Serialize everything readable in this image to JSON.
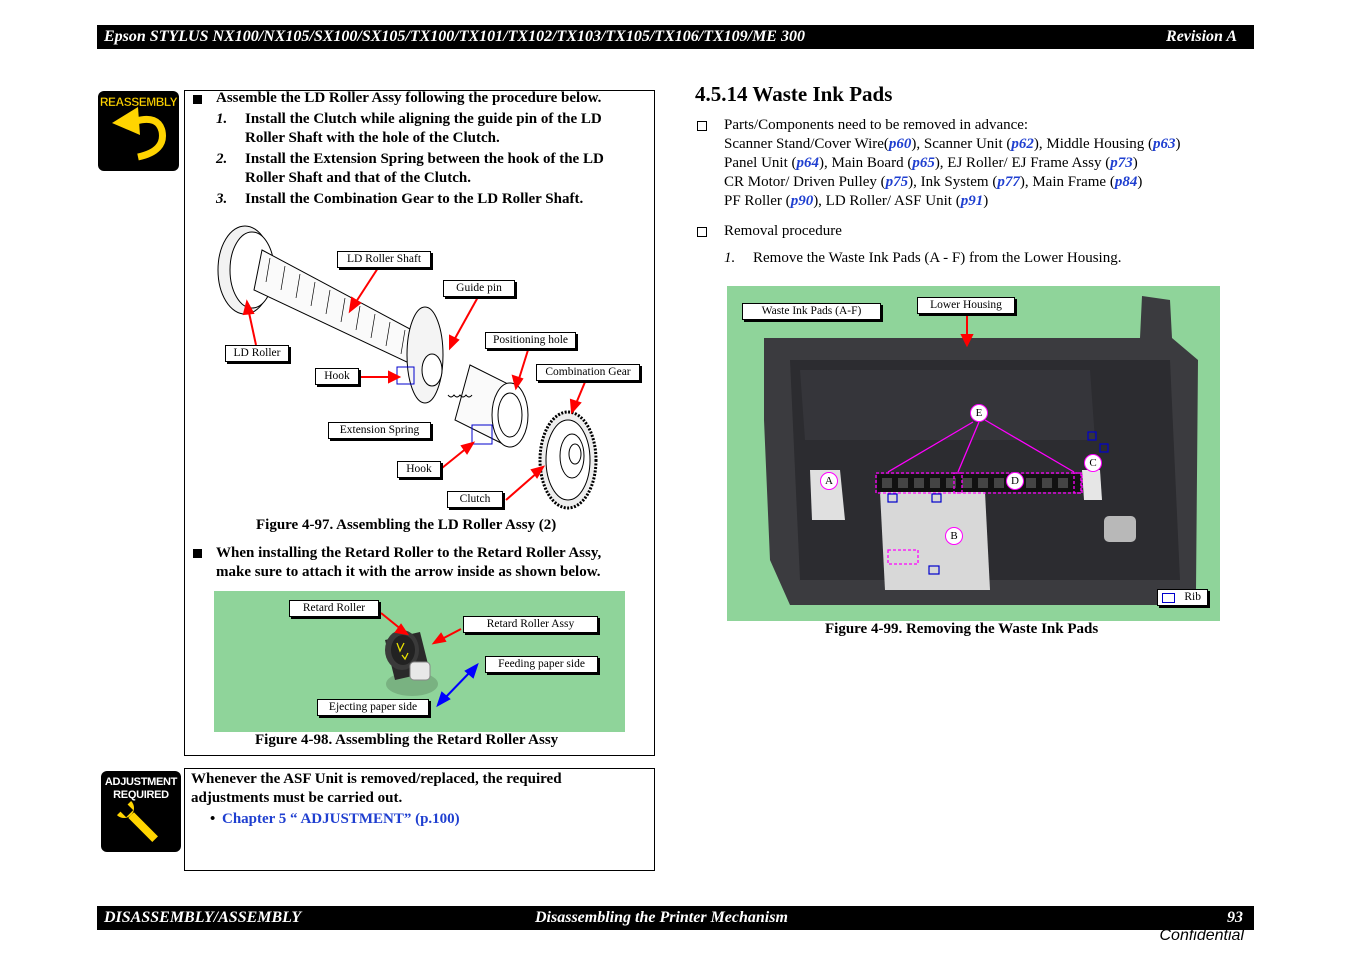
{
  "header": {
    "title": "Epson STYLUS NX100/NX105/SX100/SX105/TX100/TX101/TX102/TX103/TX105/TX106/TX109/ME 300",
    "revision": "Revision A"
  },
  "reassembly": {
    "badge": "REASSEMBLY",
    "bullet1": "Assemble the LD Roller Assy following the procedure below.",
    "steps": [
      {
        "num": "1.",
        "line1": "Install the Clutch while aligning the guide pin of the LD",
        "line2": "Roller Shaft with the hole of the Clutch."
      },
      {
        "num": "2.",
        "line1": "Install the Extension Spring between the hook of the LD",
        "line2": "Roller Shaft and that of the Clutch."
      },
      {
        "num": "3.",
        "line1": "Install the Combination Gear to the LD Roller Shaft.",
        "line2": ""
      }
    ],
    "fig97_labels": {
      "ld_roller_shaft": "LD Roller Shaft",
      "guide_pin": "Guide pin",
      "positioning_hole": "Positioning hole",
      "ld_roller": "LD Roller",
      "hook1": "Hook",
      "combination_gear": "Combination Gear",
      "extension_spring": "Extension Spring",
      "hook2": "Hook",
      "clutch": "Clutch"
    },
    "fig97_caption": "Figure 4-97.  Assembling the LD Roller Assy (2)",
    "bullet2_line1": "When installing the Retard Roller to the Retard Roller Assy,",
    "bullet2_line2": "make sure to attach it with the arrow inside as shown below.",
    "fig98_labels": {
      "retard_roller": "Retard Roller",
      "retard_roller_assy": "Retard Roller Assy",
      "feeding_paper_side": "Feeding paper side",
      "ejecting_paper_side": "Ejecting paper side"
    },
    "fig98_caption": "Figure 4-98.  Assembling the Retard Roller Assy"
  },
  "adjustment": {
    "badge_line1": "ADJUSTMENT",
    "badge_line2": "REQUIRED",
    "text_line1": "Whenever the ASF Unit is removed/replaced, the required",
    "text_line2": "adjustments must be carried out.",
    "bullet": "•",
    "link": "Chapter 5 “ ADJUSTMENT” (p.100)"
  },
  "section": {
    "title": "4.5.14  Waste Ink Pads",
    "parts_heading": "Parts/Components need to be removed in advance:",
    "removal_heading": "Removal procedure",
    "step1_num": "1.",
    "step1": "Remove the Waste Ink Pads (A - F) from the Lower Housing.",
    "parts_lines": [
      [
        {
          "t": "Scanner Stand/Cover Wire("
        },
        {
          "t": "p60",
          "link": true
        },
        {
          "t": "), Scanner Unit ("
        },
        {
          "t": "p62",
          "link": true
        },
        {
          "t": "), Middle Housing ("
        },
        {
          "t": "p63",
          "link": true
        },
        {
          "t": ")"
        }
      ],
      [
        {
          "t": "Panel Unit ("
        },
        {
          "t": "p64",
          "link": true
        },
        {
          "t": "), Main Board ("
        },
        {
          "t": "p65",
          "link": true
        },
        {
          "t": "), EJ Roller/ EJ Frame Assy ("
        },
        {
          "t": "p73",
          "link": true
        },
        {
          "t": ")"
        }
      ],
      [
        {
          "t": "CR Motor/ Driven Pulley ("
        },
        {
          "t": "p75",
          "link": true
        },
        {
          "t": "), Ink System ("
        },
        {
          "t": "p77",
          "link": true
        },
        {
          "t": "), Main Frame ("
        },
        {
          "t": "p84",
          "link": true
        },
        {
          "t": ")"
        }
      ],
      [
        {
          "t": "PF Roller ("
        },
        {
          "t": "p90",
          "link": true
        },
        {
          "t": "), LD Roller/ ASF Unit ("
        },
        {
          "t": "p91",
          "link": true
        },
        {
          "t": ")"
        }
      ]
    ],
    "fig99_labels": {
      "waste_ink_pads": "Waste Ink Pads (A-F)",
      "lower_housing": "Lower Housing",
      "rib": "Rib",
      "A": "A",
      "B": "B",
      "C": "C",
      "D": "D",
      "E": "E"
    },
    "fig99_caption": "Figure 4-99.  Removing the Waste Ink Pads"
  },
  "footer": {
    "left": "DISASSEMBLY/ASSEMBLY",
    "center": "Disassembling the Printer Mechanism",
    "page": "93",
    "confidential": "Confidential"
  },
  "colors": {
    "link": "#1f3fd0",
    "arrow_red": "#ff0000",
    "marker_magenta": "#ff00ff",
    "photo_green": "#8fd49a"
  }
}
